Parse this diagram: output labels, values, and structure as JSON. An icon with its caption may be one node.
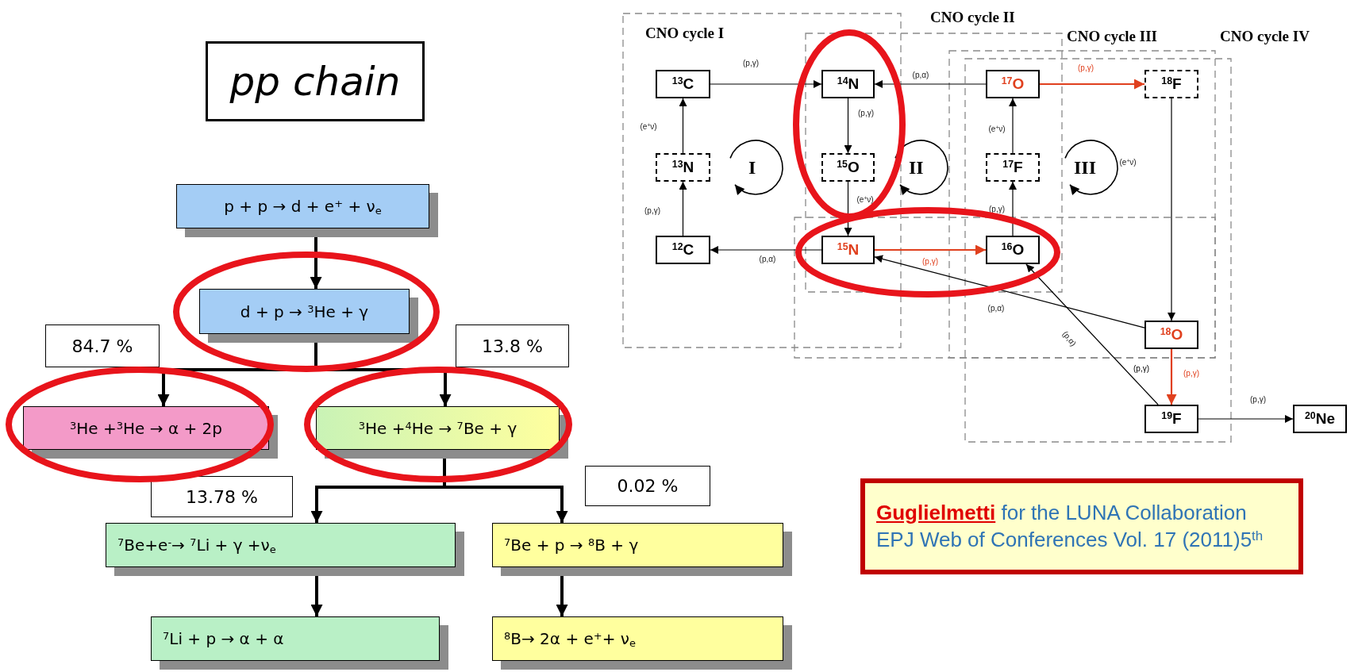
{
  "diagram": {
    "nodes": [
      {
        "text": [
          "pp chain"
        ]
      },
      {
        "text": [
          "p + p → d + e$^{+}$ + ν$_{e}$"
        ]
      },
      {
        "text": [
          "d + p → $^{3}$He + γ"
        ]
      },
      {
        "text": [
          "84.7 %"
        ]
      },
      {
        "text": [
          "13.8 %"
        ]
      },
      {
        "text": [
          "$^{3}$He +$^{3}$He → α + 2p"
        ]
      },
      {
        "text": [
          "$^{3}$He +$^{4}$He → $^{7}$Be + γ"
        ]
      },
      {
        "text": [
          "13.78 %"
        ]
      },
      {
        "text": [
          "0.02 %"
        ]
      },
      {
        "text": [
          "$^{7}$Be+e$^{-}$→ $^{7}$Li + γ +ν$_{e}$"
        ]
      },
      {
        "text": [
          "$^{7}$Be + p → $^{8}$B + γ"
        ]
      },
      {
        "text": [
          "$^{7}$Li + p → α + α"
        ]
      },
      {
        "text": [
          "$^{8}$B→ 2α + e$^{+}$+ ν$_{e}$"
        ]
      },
      {
        "text": [
          "$^{13}$C"
        ]
      },
      {
        "text": [
          "$^{14}$N"
        ]
      },
      {
        "text": [
          "$^{17}$O"
        ]
      },
      {
        "text": [
          "$^{18}$F"
        ]
      },
      {
        "text": [
          "$^{13}$N"
        ]
      },
      {
        "text": [
          "$^{15}$O"
        ]
      },
      {
        "text": [
          "$^{17}$F"
        ]
      },
      {
        "text": [
          "$^{12}$C"
        ]
      },
      {
        "text": [
          "$^{15}$N"
        ]
      },
      {
        "text": [
          "$^{16}$O"
        ]
      },
      {
        "text": [
          "$^{18}$O"
        ]
      },
      {
        "text": [
          "$^{19}$F"
        ]
      },
      {
        "text": [
          "$^{20}$Ne"
        ]
      },
      {
        "text": [
          "**Guglielmetti** for the LUNA Collaboration EPJ Web of Conferences Vol. 17 (2011)5$^{th}$"
        ]
      }
    ],
    "edges": [
      {
        "from": 1,
        "to": 2,
        "arrow": "to",
        "style": "thick"
      },
      {
        "from": 2,
        "to": 5,
        "arrow": "to",
        "style": "thick"
      },
      {
        "from": 2,
        "to": 6,
        "arrow": "to",
        "style": "thick"
      },
      {
        "from": 6,
        "to": 9,
        "arrow": "to",
        "style": "thick"
      },
      {
        "from": 6,
        "to": 10,
        "arrow": "to",
        "style": "thick"
      },
      {
        "from": 9,
        "to": 11,
        "arrow": "to",
        "style": "thick"
      },
      {
        "from": 10,
        "to": 12,
        "arrow": "to",
        "style": "thick"
      },
      {
        "from": 13,
        "to": 14,
        "arrow": "to",
        "label": "(p,γ)"
      },
      {
        "from": 14,
        "to": 18,
        "arrow": "to",
        "label": "(p,γ)"
      },
      {
        "from": 18,
        "to": 21,
        "arrow": "to",
        "label": "(e$^{+}$ν)"
      },
      {
        "from": 21,
        "to": 20,
        "arrow": "to",
        "label": "(p,α)"
      },
      {
        "from": 20,
        "to": 17,
        "arrow": "to",
        "label": "(p,γ)"
      },
      {
        "from": 17,
        "to": 13,
        "arrow": "to",
        "label": "(e$^{+}$ν)"
      },
      {
        "from": 15,
        "to": 14,
        "arrow": "to",
        "label": "(p,α)"
      },
      {
        "from": 21,
        "to": 22,
        "arrow": "to",
        "label": "(p,γ)",
        "color": "#e0401e"
      },
      {
        "from": 22,
        "to": 19,
        "arrow": "to",
        "label": "(p,γ)"
      },
      {
        "from": 19,
        "to": 15,
        "arrow": "to",
        "label": "(e$^{+}$ν)"
      },
      {
        "from": 15,
        "to": 16,
        "arrow": "to",
        "label": "(p,γ)",
        "color": "#e0401e"
      },
      {
        "from": 16,
        "to": 23,
        "arrow": "to",
        "label": "(e$^{+}$ν)"
      },
      {
        "from": 23,
        "to": 21,
        "arrow": "to",
        "label": "(p,α)"
      },
      {
        "from": 23,
        "to": 24,
        "arrow": "to",
        "label": "(p,γ)",
        "color": "#e0401e"
      },
      {
        "from": 24,
        "to": 22,
        "arrow": "to",
        "label": "(p,α)"
      },
      {
        "from": 24,
        "to": 25,
        "arrow": "to",
        "label": "(p,γ)"
      }
    ],
    "labels": [
      "CNO cycle II",
      "CNO cycle I",
      "CNO cycle III",
      "CNO cycle IV",
      "I",
      "II",
      "III",
      "(p,γ)"
    ]
  }
}
